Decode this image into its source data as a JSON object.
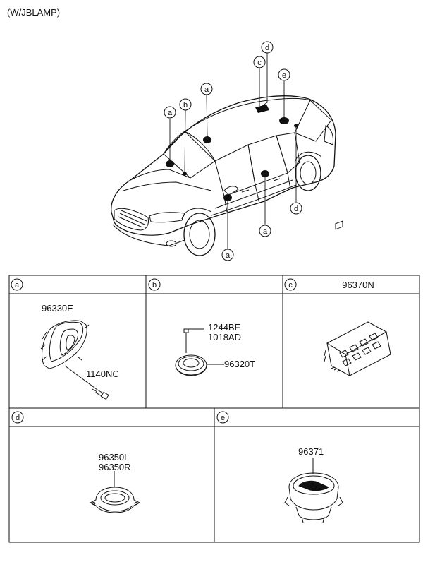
{
  "header": {
    "title": "(W/JBLAMP)"
  },
  "callouts": {
    "a": "a",
    "b": "b",
    "c": "c",
    "d": "d",
    "e": "e"
  },
  "panels": [
    {
      "letter": "a",
      "title": "",
      "parts": [
        "96330E",
        "1140NC"
      ]
    },
    {
      "letter": "b",
      "title": "",
      "parts": [
        "1244BF",
        "1018AD",
        "96320T"
      ]
    },
    {
      "letter": "c",
      "title": "96370N",
      "parts": []
    },
    {
      "letter": "d",
      "title": "",
      "parts": [
        "96350L",
        "96350R"
      ]
    },
    {
      "letter": "e",
      "title": "",
      "parts": [
        "96371"
      ]
    }
  ]
}
